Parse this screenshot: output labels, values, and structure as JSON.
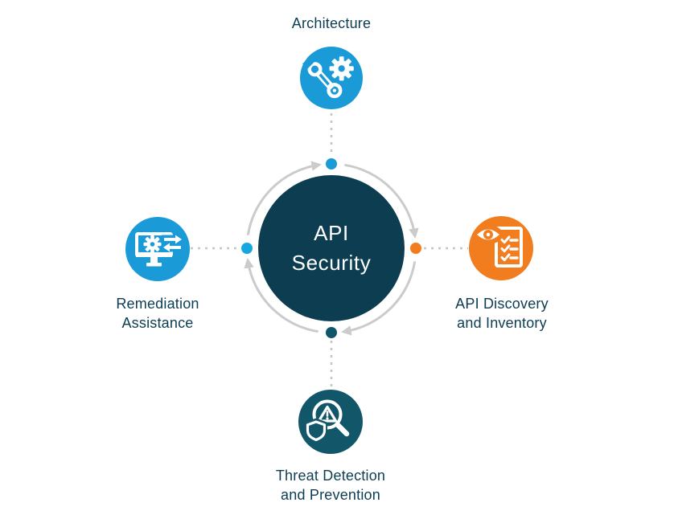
{
  "center_node": {
    "lines": [
      "API",
      "Security"
    ]
  },
  "nodes": {
    "top": {
      "label_lines": [
        "Architecture"
      ],
      "icon": "wrench-gear-icon",
      "color": "#1a9bd7"
    },
    "right": {
      "label_lines": [
        "API Discovery",
        "and Inventory"
      ],
      "icon": "eye-checklist-icon",
      "color": "#f17d1e"
    },
    "bottom": {
      "label_lines": [
        "Threat Detection",
        "and Prevention"
      ],
      "icon": "magnifier-alert-shield-icon",
      "color": "#125669"
    },
    "left": {
      "label_lines": [
        "Remediation",
        "Assistance"
      ],
      "icon": "monitor-gear-sync-icon",
      "color": "#1a9bd7"
    }
  },
  "colors": {
    "center_circle": "#0d3d50",
    "center_text": "#ffffff",
    "label_text": "#0d3d52",
    "ring": "#cbcbcb",
    "dotted_line": "#c6c6c6",
    "dot_top": "#1a9bd7",
    "dot_right": "#f17d1e",
    "dot_bottom": "#0f566d",
    "dot_left": "#16a7e0"
  }
}
